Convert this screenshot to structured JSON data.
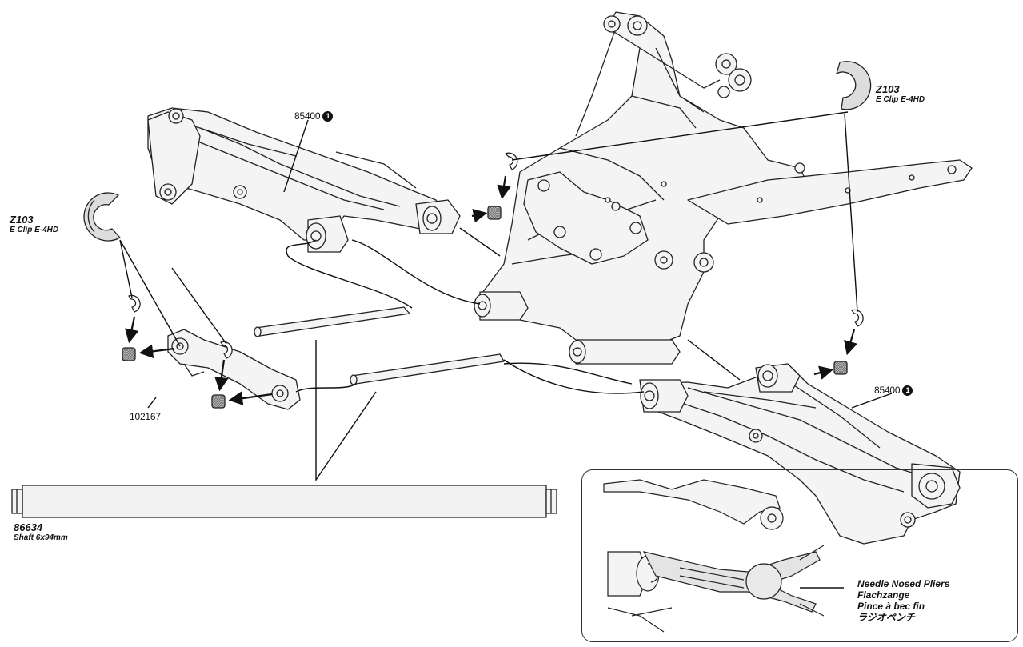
{
  "parts": {
    "eclip_right": {
      "code": "Z103",
      "desc": "E Clip E-4HD"
    },
    "eclip_left": {
      "code": "Z103",
      "desc": "E Clip E-4HD"
    },
    "arm_upper": {
      "code": "85400",
      "step": "1"
    },
    "arm_lower": {
      "code": "85400",
      "step": "1"
    },
    "holder": {
      "code": "102167"
    },
    "shaft": {
      "code": "86634",
      "desc": "Shaft 6x94mm"
    }
  },
  "tool": {
    "lines": [
      "Needle Nosed Pliers",
      "Flachzange",
      "Pince à bec fin",
      "ラジオペンチ"
    ]
  }
}
